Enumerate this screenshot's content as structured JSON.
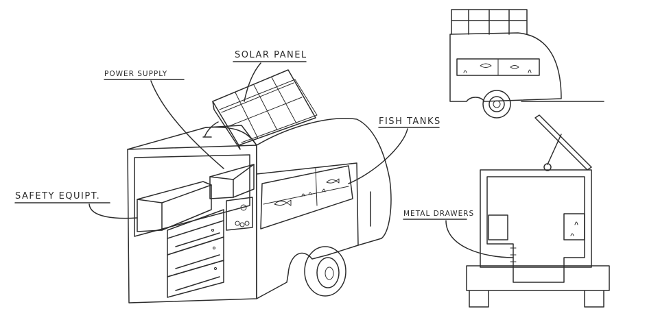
{
  "colors": {
    "body_blue": "#5aa9e6",
    "ink": "#2d2d2d",
    "background": "#ffffff"
  },
  "labels": {
    "solar_panel": "SOLAR PANEL",
    "power_supply": "POWER SUPPLY",
    "fish_tanks": "FISH TANKS",
    "safety_equipment": "SAFETY EQUIPT.",
    "metal_drawers": "METAL DRAWERS"
  }
}
